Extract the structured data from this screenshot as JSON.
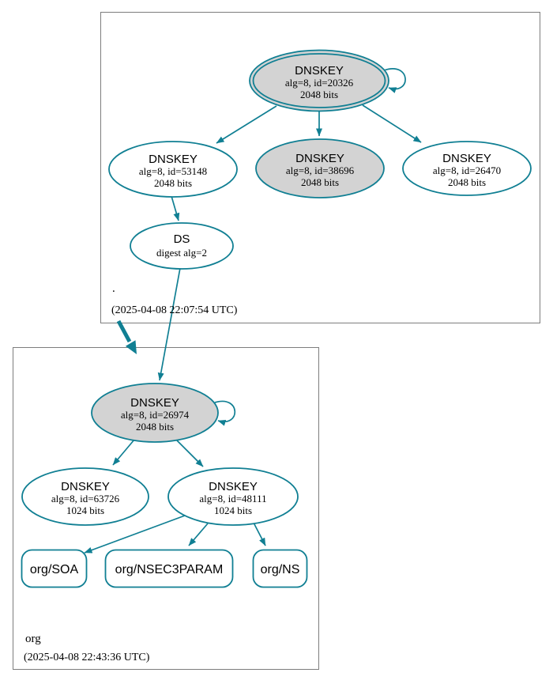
{
  "diagram": {
    "type": "dnssec-authentication-chain",
    "colors": {
      "edge_teal": "#107f93",
      "ksk_fill_gray": "#d3d3d3",
      "node_fill": "#ffffff",
      "zone_box_border": "#7d7d7d",
      "text": "#000000"
    },
    "root_zone": {
      "name": ".",
      "timestamp": "(2025-04-08 22:07:54 UTC)",
      "nodes": {
        "ksk_20326": {
          "title": "DNSKEY",
          "detail": "alg=8, id=20326",
          "size": "2048 bits",
          "style": "double-ellipse, gray fill, self-loop"
        },
        "zsk_53148": {
          "title": "DNSKEY",
          "detail": "alg=8, id=53148",
          "size": "2048 bits",
          "style": "white fill"
        },
        "zsk_38696": {
          "title": "DNSKEY",
          "detail": "alg=8, id=38696",
          "size": "2048 bits",
          "style": "gray fill"
        },
        "zsk_26470": {
          "title": "DNSKEY",
          "detail": "alg=8, id=26470",
          "size": "2048 bits",
          "style": "white fill"
        },
        "ds": {
          "title": "DS",
          "detail": "digest alg=2",
          "style": "white fill"
        }
      },
      "edges": [
        "DNSKEY 20326 -> DNSKEY 20326 (self-signature loop)",
        "DNSKEY 20326 -> DNSKEY 53148",
        "DNSKEY 20326 -> DNSKEY 38696",
        "DNSKEY 20326 -> DNSKEY 26470",
        "DNSKEY 53148 -> DS",
        "DS -> org DNSKEY 26974",
        "root zone -> org zone (thick delegation arrow)"
      ]
    },
    "org_zone": {
      "name": "org",
      "timestamp": "(2025-04-08 22:43:36 UTC)",
      "nodes": {
        "ksk_26974": {
          "title": "DNSKEY",
          "detail": "alg=8, id=26974",
          "size": "2048 bits",
          "style": "gray fill, self-loop"
        },
        "zsk_63726": {
          "title": "DNSKEY",
          "detail": "alg=8, id=63726",
          "size": "1024 bits",
          "style": "white fill"
        },
        "zsk_48111": {
          "title": "DNSKEY",
          "detail": "alg=8, id=48111",
          "size": "1024 bits",
          "style": "white fill"
        },
        "rrsets": [
          {
            "label": "org/SOA"
          },
          {
            "label": "org/NSEC3PARAM"
          },
          {
            "label": "org/NS"
          }
        ]
      },
      "edges": [
        "DNSKEY 26974 -> DNSKEY 26974 (self-signature loop)",
        "DNSKEY 26974 -> DNSKEY 63726",
        "DNSKEY 26974 -> DNSKEY 48111",
        "DNSKEY 48111 -> org/SOA",
        "DNSKEY 48111 -> org/NSEC3PARAM",
        "DNSKEY 48111 -> org/NS"
      ]
    }
  }
}
